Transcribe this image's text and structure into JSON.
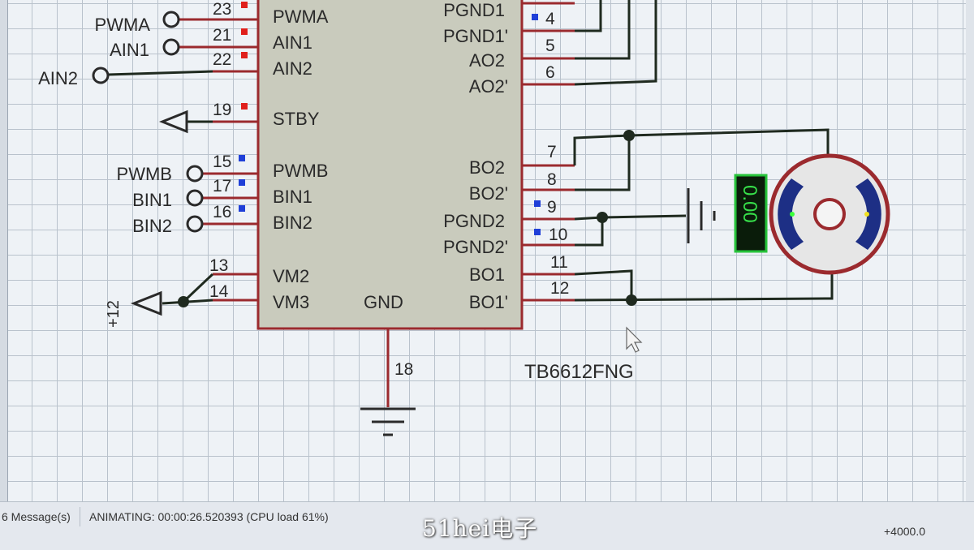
{
  "chip": {
    "part_name": "TB6612FNG",
    "left_pins": [
      {
        "name": "PWMA",
        "number": "23",
        "marker": "red"
      },
      {
        "name": "AIN1",
        "number": "21",
        "marker": "red"
      },
      {
        "name": "AIN2",
        "number": "22",
        "marker": "red"
      },
      {
        "name": "STBY",
        "number": "19",
        "marker": "red"
      },
      {
        "name": "PWMB",
        "number": "15",
        "marker": "blue"
      },
      {
        "name": "BIN1",
        "number": "17",
        "marker": "blue"
      },
      {
        "name": "BIN2",
        "number": "16",
        "marker": "blue"
      },
      {
        "name": "VM2",
        "number": "13",
        "marker": ""
      },
      {
        "name": "VM3",
        "number": "14",
        "marker": ""
      }
    ],
    "right_pins": [
      {
        "name": "PGND1",
        "number": "",
        "marker": ""
      },
      {
        "name": "PGND1'",
        "number": "4",
        "marker": "blue"
      },
      {
        "name": "AO2",
        "number": "5",
        "marker": ""
      },
      {
        "name": "AO2'",
        "number": "6",
        "marker": ""
      },
      {
        "name": "BO2",
        "number": "7",
        "marker": ""
      },
      {
        "name": "BO2'",
        "number": "8",
        "marker": ""
      },
      {
        "name": "PGND2",
        "number": "9",
        "marker": "blue"
      },
      {
        "name": "PGND2'",
        "number": "10",
        "marker": "blue"
      },
      {
        "name": "BO1",
        "number": "11",
        "marker": ""
      },
      {
        "name": "BO1'",
        "number": "12",
        "marker": ""
      }
    ],
    "bottom_pin": {
      "name": "GND",
      "number": "18"
    }
  },
  "terminals": {
    "pwma": "PWMA",
    "ain1": "AIN1",
    "ain2": "AIN2",
    "pwmb": "PWMB",
    "bin1": "BIN1",
    "bin2": "BIN2",
    "power": "+12"
  },
  "motor_display": {
    "value": "0.00"
  },
  "status_bar": {
    "messages": "6 Message(s)",
    "animating": "ANIMATING: 00:00:26.520393 (CPU load 61%)",
    "coordinate": "+4000.0"
  },
  "watermark": "51hei电子",
  "colors": {
    "wire": "#9b2a2e",
    "net": "#1f2a1f",
    "marker_red": "#e0201c",
    "marker_blue": "#1f3fd8",
    "display_green": "#27c33a"
  }
}
